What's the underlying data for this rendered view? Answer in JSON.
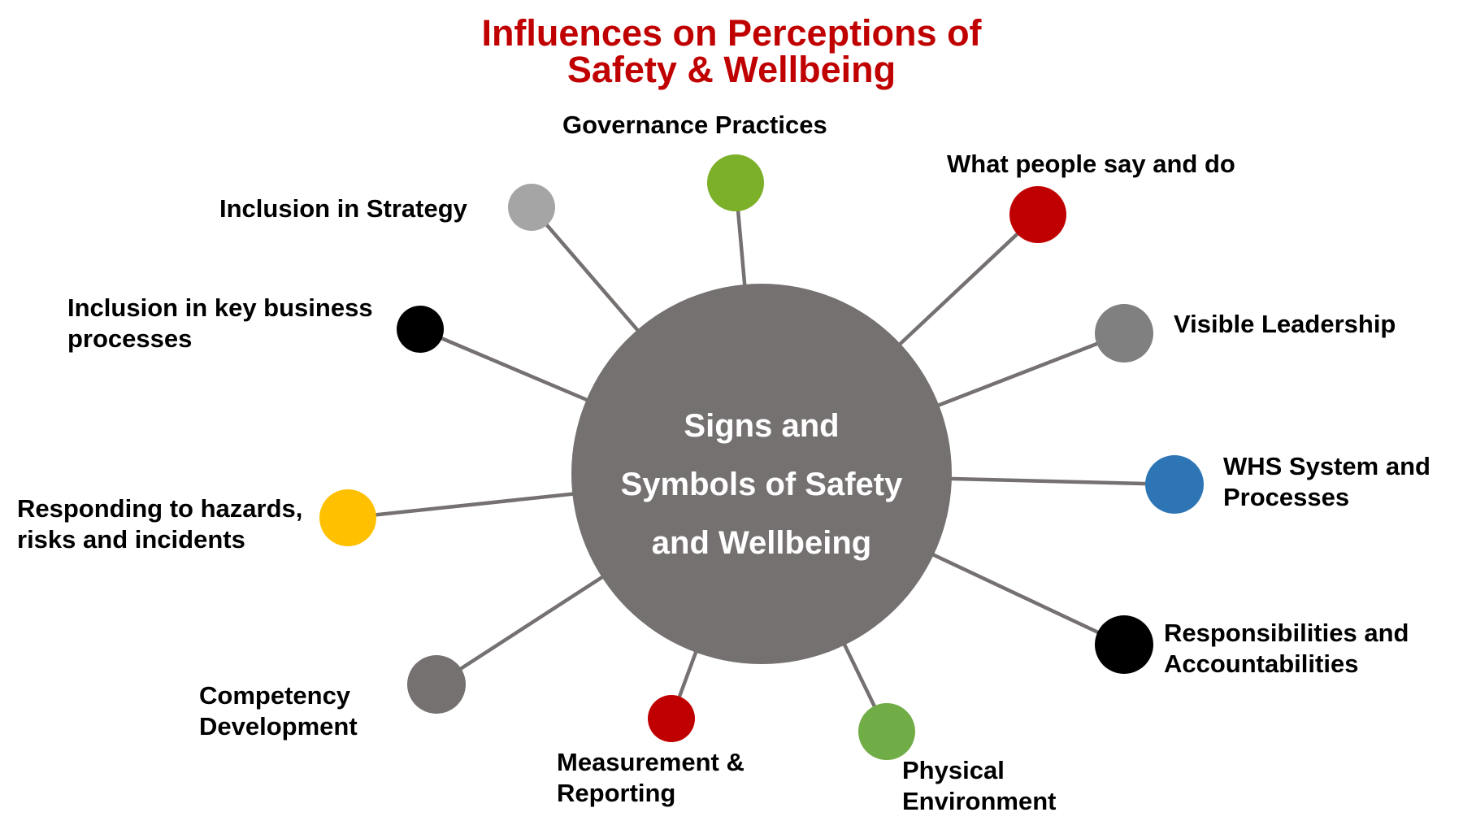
{
  "title": {
    "line1": "Influences on Perceptions of",
    "line2": "Safety & Wellbeing",
    "color": "#C00000"
  },
  "hub": {
    "lines": [
      "Signs and",
      "Symbols of Safety",
      "and Wellbeing"
    ],
    "color": "#757171",
    "text_color": "#FFFFFF"
  },
  "connector_color": "#767171",
  "nodes": [
    {
      "id": "governance",
      "lines": [
        "Governance Practices"
      ],
      "color": "#7CB029"
    },
    {
      "id": "what-people-say",
      "lines": [
        "What people say and do"
      ],
      "color": "#C00000"
    },
    {
      "id": "visible-leadership",
      "lines": [
        "Visible Leadership"
      ],
      "color": "#808080"
    },
    {
      "id": "whs-system",
      "lines": [
        "WHS System and",
        "Processes"
      ],
      "color": "#2E75B6"
    },
    {
      "id": "responsibilities",
      "lines": [
        "Responsibilities and",
        "Accountabilities"
      ],
      "color": "#000000"
    },
    {
      "id": "physical-environment",
      "lines": [
        "Physical",
        "Environment"
      ],
      "color": "#70AD47"
    },
    {
      "id": "measurement",
      "lines": [
        "Measurement &",
        "Reporting"
      ],
      "color": "#C00000"
    },
    {
      "id": "competency",
      "lines": [
        "Competency",
        "Development"
      ],
      "color": "#767171"
    },
    {
      "id": "responding",
      "lines": [
        "Responding to hazards,",
        "risks and incidents"
      ],
      "color": "#FFC000"
    },
    {
      "id": "key-business",
      "lines": [
        "Inclusion in key business",
        "processes"
      ],
      "color": "#000000"
    },
    {
      "id": "strategy",
      "lines": [
        "Inclusion in Strategy"
      ],
      "color": "#A5A5A5"
    }
  ]
}
